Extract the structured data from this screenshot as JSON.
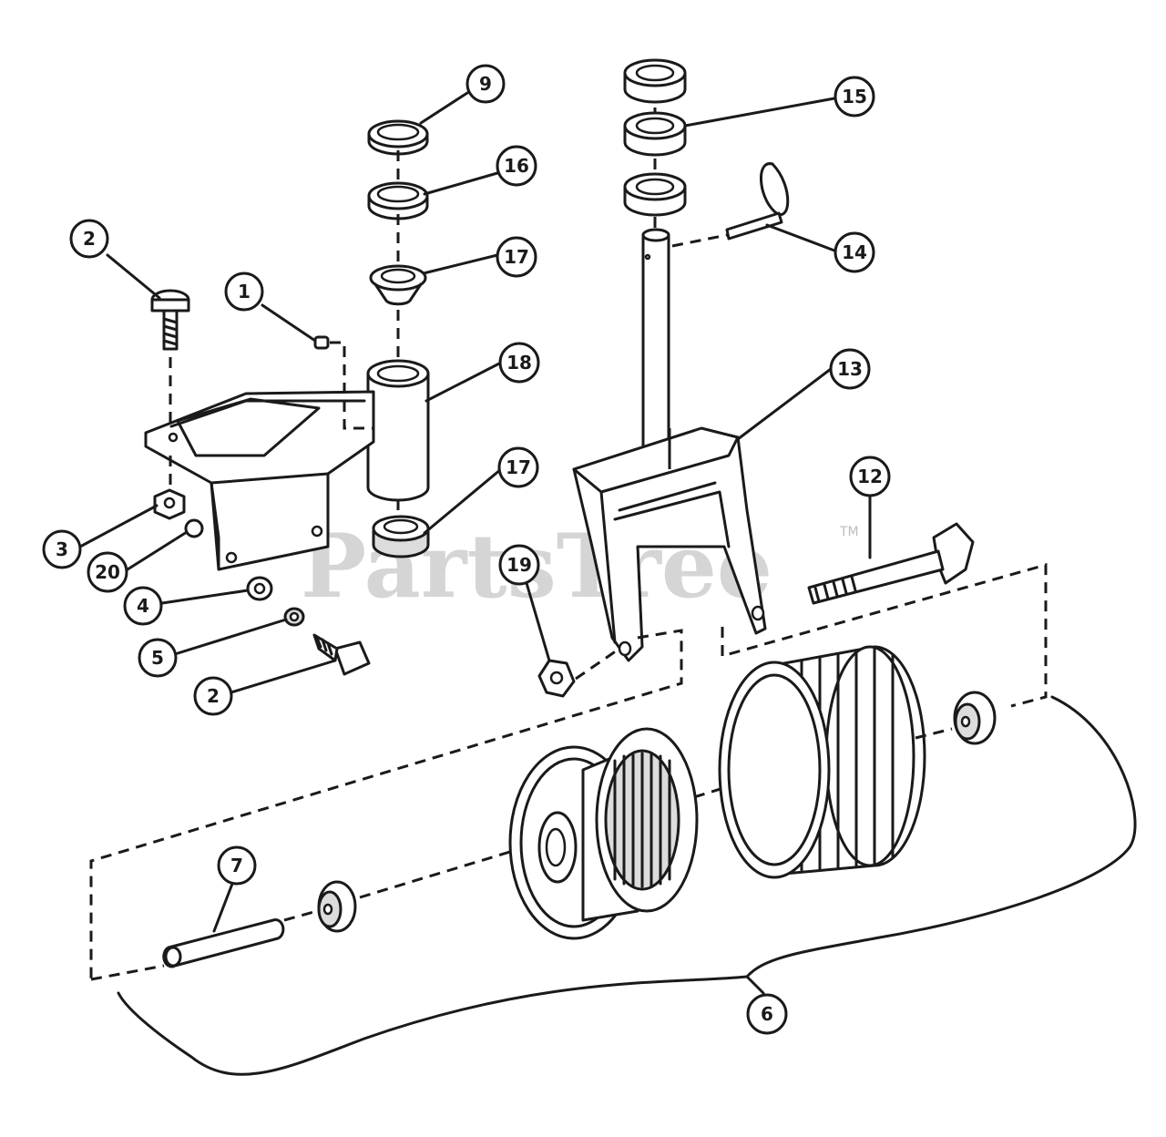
{
  "watermark": {
    "text": "PartsTree",
    "trademark": "TM"
  },
  "callouts": [
    {
      "id": "callout-9",
      "label": "9"
    },
    {
      "id": "callout-16",
      "label": "16"
    },
    {
      "id": "callout-17-top",
      "label": "17"
    },
    {
      "id": "callout-18",
      "label": "18"
    },
    {
      "id": "callout-17-bottom",
      "label": "17"
    },
    {
      "id": "callout-1",
      "label": "1"
    },
    {
      "id": "callout-2-top",
      "label": "2"
    },
    {
      "id": "callout-3",
      "label": "3"
    },
    {
      "id": "callout-20",
      "label": "20"
    },
    {
      "id": "callout-4",
      "label": "4"
    },
    {
      "id": "callout-5",
      "label": "5"
    },
    {
      "id": "callout-2-bottom",
      "label": "2"
    },
    {
      "id": "callout-15",
      "label": "15"
    },
    {
      "id": "callout-14",
      "label": "14"
    },
    {
      "id": "callout-13",
      "label": "13"
    },
    {
      "id": "callout-12",
      "label": "12"
    },
    {
      "id": "callout-19",
      "label": "19"
    },
    {
      "id": "callout-7",
      "label": "7"
    },
    {
      "id": "callout-6",
      "label": "6"
    }
  ]
}
